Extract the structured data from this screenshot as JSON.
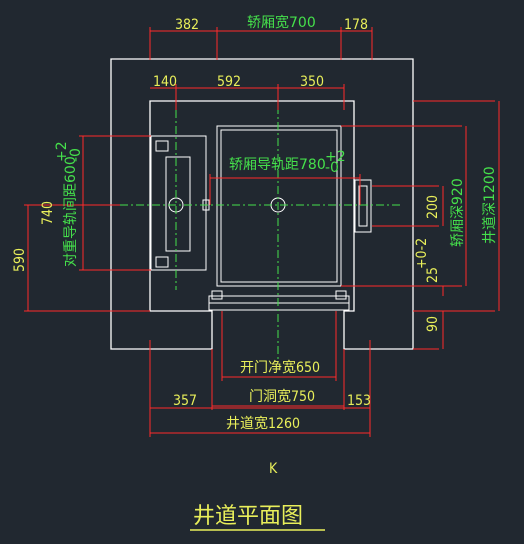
{
  "dimensions": {
    "top_left": "382",
    "car_width": "轿厢宽700",
    "top_right": "178",
    "left_140": "140",
    "mid_592": "592",
    "right_350": "350",
    "car_rail": "轿厢导轨距780",
    "car_rail_tol_top": "+2",
    "car_rail_tol_bot": "-0",
    "cw_740": "740",
    "cw_rail": "对重导轨间距600",
    "cw_rail_tol_top": "+2",
    "cw_rail_tol_bot": "-0",
    "left_590": "590",
    "r_200": "200",
    "car_depth": "轿厢深920",
    "shaft_depth": "井道深1200",
    "r_25": "25",
    "r_25_tol": "+0-2",
    "r_90": "90",
    "door_clear": "开门净宽650",
    "door_opening": "门洞宽750",
    "bot_357": "357",
    "bot_153": "153",
    "shaft_width": "井道宽1260"
  },
  "view_marker": "K",
  "drawing_title": "井道平面图"
}
